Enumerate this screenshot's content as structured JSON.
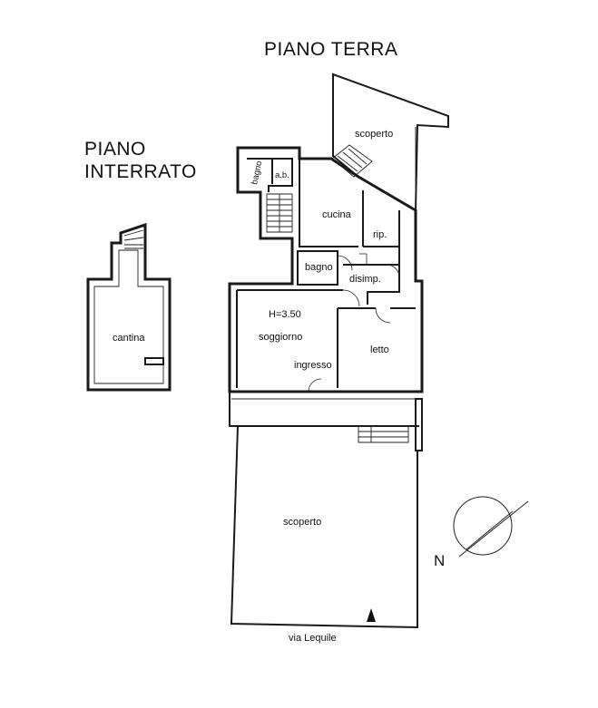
{
  "titles": {
    "ground_floor": "PIANO  TERRA",
    "basement_line1": "PIANO",
    "basement_line2": "INTERRATO"
  },
  "rooms": {
    "scoperto_top": "scoperto",
    "bagno_small": "bagno",
    "ab": "a.b.",
    "cucina": "cucina",
    "rip": "rip.",
    "bagno": "bagno",
    "disimp": "disimp.",
    "height": "H=3.50",
    "soggiorno": "soggiorno",
    "ingresso": "ingresso",
    "letto": "letto",
    "scoperto_bottom": "scoperto",
    "cantina": "cantina"
  },
  "street": "via Lequile",
  "compass": {
    "letter": "N"
  }
}
